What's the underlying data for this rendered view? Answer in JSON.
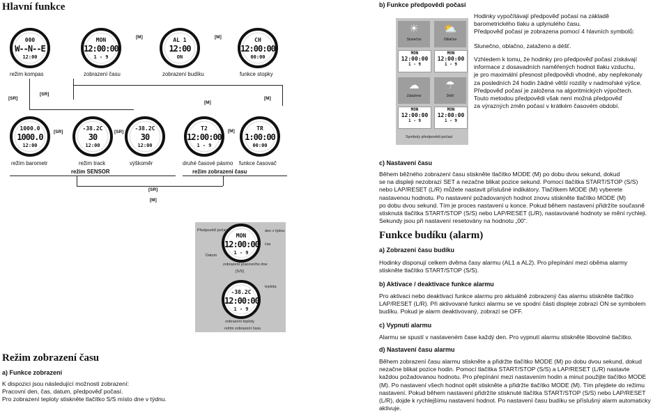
{
  "left": {
    "title": "Hlavní funkce",
    "row1": [
      {
        "name": "režim kompas",
        "l1": "000",
        "l2": "W--N--E",
        "l3": "12:00"
      },
      {
        "name": "zobrazení času",
        "l1": "MON",
        "l2": "12:00:00",
        "l3": "1 - 9"
      },
      {
        "name": "zobrazení budíku",
        "l1": "AL 1",
        "l2": "12:00",
        "l3": "ON"
      },
      {
        "name": "funkce stopky",
        "l1": "CH",
        "l2": "12:00:00",
        "l3": "00:00"
      }
    ],
    "row2": [
      {
        "name": "režim barometr",
        "l1": "1000.0",
        "l2": "1000.0",
        "l3": "12:00"
      },
      {
        "name": "režim track",
        "l1": "-38.2C",
        "l2": "30",
        "l3": "12:00"
      },
      {
        "name": "výškoměr",
        "l1": "-38.2C",
        "l2": "30",
        "l3": "12:00"
      },
      {
        "name": "druhé časové pásmo",
        "l1": "T2",
        "l2": "12:00:00",
        "l3": "1 - 9"
      },
      {
        "name": "funkce časovač",
        "l1": "TR",
        "l2": "1:00:00",
        "l3": "00:00"
      }
    ],
    "tags": {
      "m": "[M]",
      "sr": "[SR]"
    },
    "sensor_label": "režim SENSOR",
    "time_label": "režim zobrazení času",
    "detail": {
      "label_weather": "Předpověď počasí",
      "label_date": "Datum",
      "label_dow": "den v týdnu",
      "label_time": "čas",
      "label_temp": "teplota",
      "label_sub1": "zobrazení pracovního dne",
      "label_sr": "[S/S]",
      "label_sub2": "zobrazení teploty",
      "caption": "režim zobrazení času"
    },
    "section_title": "Režim zobrazení času",
    "sub_a": "a) Funkce zobrazení",
    "para": [
      "K dispozici jsou následující možnosti zobrazení:",
      "Pracovní den, čas, datum, předpověď počasí.",
      "Pro zobrazení teploty stiskněte tlačítko S/S místo dne v týdnu."
    ]
  },
  "right": {
    "sub_b": "b) Funkce předpovědi počasí",
    "b_p1": [
      "Hodinky vypočítávají předpověď počasí na základě",
      "barometrického tlaku a uplynulého času.",
      "Předpověď počasí je zobrazena pomocí 4 hlavních symbolů:"
    ],
    "b_p2": "Slunečno, oblačno, zataženo a déšť.",
    "b_p3": [
      "Vzhledem k tomu, že hodinky pro předpověď počasí získávají",
      "informace z dosavadních naměřených hodnot tlaku vzduchu,",
      "je pro maximální přesnost předpovědi vhodné, aby nepřekonaly",
      "za posledních 24 hodin žádné větší rozdíly v nadmořské výšce.",
      "Předpověď počasí je založena na algoritmických výpočtech.",
      "Touto metodou předpovědi však není možná předpověď",
      "za výrazných změn počasí v krátkém časovém období."
    ],
    "symbols": [
      {
        "label": "Slunečno",
        "icon": "sun-icon",
        "glyph": "☀"
      },
      {
        "label": "Oblačno",
        "icon": "partly-cloudy-icon",
        "glyph": "⛅"
      },
      {
        "label": "Zataženo",
        "icon": "cloud-icon",
        "glyph": "☁"
      },
      {
        "label": "Déšť",
        "icon": "rain-icon",
        "glyph": "☂"
      }
    ],
    "symbols_caption": "Symboly předpovědi počasí",
    "lcd": {
      "l1": "MON",
      "l2": "12:00:00",
      "l3": "1 - 9"
    },
    "sub_c": "c) Nastavení času",
    "c_p": [
      "Během běžného zobrazení času stiskněte tlačítko MODE (M) po dobu dvou sekund, dokud",
      "se na displeji nezobrazí SET a nezačne blikat pozice sekund. Pomocí tlačítka START/STOP (S/S)",
      "nebo LAP/RESET (L/R) můžete nastavit příslušné indikátory. Tlačítkem MODE (M) vyberete",
      "nastavenou hodnotu. Po nastavení požadovaných hodnot znovu stiskněte tlačítko MODE (M)",
      "po dobu dvou sekund. Tím je proces nastavení u konce. Pokud během nastavení přidržíte současně",
      "stisknutá tlačítka START/STOP (S/S) nebo LAP/RESET (L/R), nastavované hodnoty se mění rychleji.",
      "Sekundy jsou při nastavení resetovány na hodnotu „00“."
    ],
    "alarm_title": "Funkce budíku (alarm)",
    "sub_a2": "a) Zobrazení času budíku",
    "a2_p": [
      "Hodinky disponují celkem dvěma časy alarmu (AL1 a AL2). Pro přepínání mezi oběma alarmy",
      "stiskněte tlačítko START/STOP (S/S)."
    ],
    "sub_b2": "b) Aktivace / deaktivace funkce alarmu",
    "b2_p": [
      "Pro aktivaci nebo deaktivaci funkce alarmu pro aktuálně zobrazený čas alarmu stiskněte tlačítko",
      "LAP/RESET (L/R). Při aktivované funkci alarmu se ve spodní části displeje zobrazí ON se symbolem",
      "budíku. Pokud je alarm deaktivovaný, zobrazí se OFF."
    ],
    "sub_c2": "c) Vypnutí alarmu",
    "c2_p": "Alarmu se spustí v nastaveném čase každý den. Pro vypnutí alarmu stiskněte libovolné tlačítko.",
    "sub_d2": "d) Nastavení času alarmu",
    "d2_p": [
      "Během zobrazení času alarmu stiskněte a přidržte tlačítko MODE (M) po dobu dvou sekund, dokud",
      "nezačne blikat pozice hodin. Pomocí tlačítka START/STOP (S/S) a LAP/RESET (L/R) nastavte",
      "každou požadovanou hodnotu. Pro přepínání mezi nastavením hodin a minut použijte tlačítko MODE",
      "(M). Po nastavení všech hodnot opět stiskněte a přidržte tlačítko MODE (M). Tím přejdete do režimu",
      "nastavení. Pokud během nastavení přidržíte stisknuté tlačítka START/STOP (S/S) nebo LAP/RESET",
      "(L/R), dojde k rychlejšímu nastavení hodnot. Po nastavení času budíku se příslušný alarm automaticky",
      "aktivuje."
    ]
  }
}
